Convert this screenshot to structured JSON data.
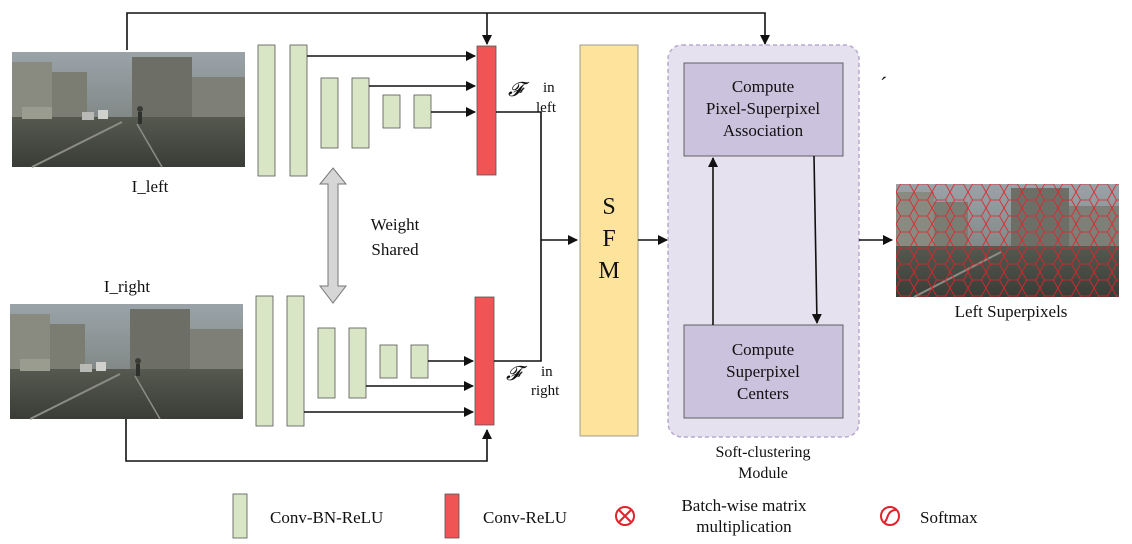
{
  "images": {
    "left_label": "I_left",
    "right_label": "I_right",
    "output_label": "Left Superpixels"
  },
  "shared": {
    "line1": "Weight",
    "line2": "Shared"
  },
  "features": {
    "symbol": "𝓕",
    "left_sup": "in",
    "left_sub": "left",
    "right_sup": "in",
    "right_sub": "right"
  },
  "sfm": {
    "letters": [
      "S",
      "F",
      "M"
    ]
  },
  "soft_clustering": {
    "assoc_lines": [
      "Compute",
      "Pixel-Superpixel",
      "Association"
    ],
    "centers_lines": [
      "Compute",
      "Superpixel",
      "Centers"
    ],
    "module_lines": [
      "Soft-clustering",
      "Module"
    ]
  },
  "stray_mark": "´",
  "legend": {
    "conv_bn_relu": "Conv-BN-ReLU",
    "conv_relu": "Conv-ReLU",
    "matmul_line1": "Batch-wise matrix",
    "matmul_line2": "multiplication",
    "softmax": "Softmax"
  },
  "colors": {
    "conv_bn_relu": "#d9e6c6",
    "conv_relu": "#f05454",
    "sfm": "#fde39b",
    "module_bg": "#e6e1ee",
    "module_border": "#b7a9cf",
    "compute_box": "#cbc2dd",
    "legend_symbol": "#e0242b"
  }
}
